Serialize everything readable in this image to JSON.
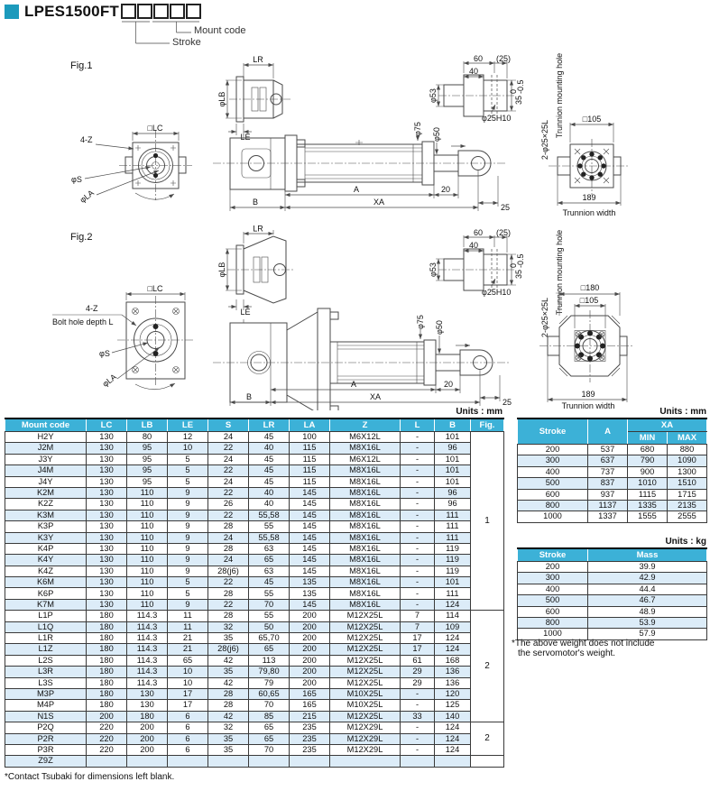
{
  "model": {
    "title": "LPES1500FT",
    "callouts": {
      "mount_code": "Mount code",
      "stroke": "Stroke"
    }
  },
  "figures": {
    "fig1": {
      "name": "Fig.1"
    },
    "fig2": {
      "name": "Fig.2",
      "four_z_note": "Bolt hole depth L",
      "sq180": "□180"
    },
    "dims": {
      "lr": "LR",
      "lb": "φLB",
      "le": "LE",
      "lc": "□LC",
      "four_z": "4-Z",
      "phi_s": "φS",
      "phi_la": "φLA",
      "a": "A",
      "b": "B",
      "xa": "XA",
      "d20": "20",
      "d25": "25",
      "d60": "60",
      "d25_ref": "(25)",
      "d40": "40",
      "d35": "35",
      "tol_upper": "0",
      "tol_lower": "-0.5",
      "phi53": "φ53",
      "phi25h10": "φ25H10",
      "phi75": "φ75",
      "phi50": "φ50",
      "sq105": "□105",
      "trunnion_bolts": "2-φ25×25L",
      "trunnion_hole": "Trunnion mounting hole",
      "d189": "189",
      "trunnion_width": "Trunnion width"
    }
  },
  "main_table": {
    "units": "Units : mm",
    "headers": [
      "Mount code",
      "LC",
      "LB",
      "LE",
      "S",
      "LR",
      "LA",
      "Z",
      "L",
      "B",
      "Fig."
    ],
    "rows": [
      [
        "H2Y",
        "130",
        "80",
        "12",
        "24",
        "45",
        "100",
        "M6X12L",
        "-",
        "101"
      ],
      [
        "J2M",
        "130",
        "95",
        "10",
        "22",
        "40",
        "115",
        "M8X16L",
        "-",
        "96"
      ],
      [
        "J3Y",
        "130",
        "95",
        "5",
        "24",
        "45",
        "115",
        "M6X12L",
        "-",
        "101"
      ],
      [
        "J4M",
        "130",
        "95",
        "5",
        "22",
        "45",
        "115",
        "M8X16L",
        "-",
        "101"
      ],
      [
        "J4Y",
        "130",
        "95",
        "5",
        "24",
        "45",
        "115",
        "M8X16L",
        "-",
        "101"
      ],
      [
        "K2M",
        "130",
        "110",
        "9",
        "22",
        "40",
        "145",
        "M8X16L",
        "-",
        "96"
      ],
      [
        "K2Z",
        "130",
        "110",
        "9",
        "26",
        "40",
        "145",
        "M8X16L",
        "-",
        "96"
      ],
      [
        "K3M",
        "130",
        "110",
        "9",
        "22",
        "55,58",
        "145",
        "M8X16L",
        "-",
        "111"
      ],
      [
        "K3P",
        "130",
        "110",
        "9",
        "28",
        "55",
        "145",
        "M8X16L",
        "-",
        "111"
      ],
      [
        "K3Y",
        "130",
        "110",
        "9",
        "24",
        "55,58",
        "145",
        "M8X16L",
        "-",
        "111"
      ],
      [
        "K4P",
        "130",
        "110",
        "9",
        "28",
        "63",
        "145",
        "M8X16L",
        "-",
        "119"
      ],
      [
        "K4Y",
        "130",
        "110",
        "9",
        "24",
        "65",
        "145",
        "M8X16L",
        "-",
        "119"
      ],
      [
        "K4Z",
        "130",
        "110",
        "9",
        "28(j6)",
        "63",
        "145",
        "M8X16L",
        "-",
        "119"
      ],
      [
        "K6M",
        "130",
        "110",
        "5",
        "22",
        "45",
        "135",
        "M8X16L",
        "-",
        "101"
      ],
      [
        "K6P",
        "130",
        "110",
        "5",
        "28",
        "55",
        "135",
        "M8X16L",
        "-",
        "111"
      ],
      [
        "K7M",
        "130",
        "110",
        "9",
        "22",
        "70",
        "145",
        "M8X16L",
        "-",
        "124"
      ],
      [
        "L1P",
        "180",
        "114.3",
        "11",
        "28",
        "55",
        "200",
        "M12X25L",
        "7",
        "114"
      ],
      [
        "L1Q",
        "180",
        "114.3",
        "11",
        "32",
        "50",
        "200",
        "M12X25L",
        "7",
        "109"
      ],
      [
        "L1R",
        "180",
        "114.3",
        "21",
        "35",
        "65,70",
        "200",
        "M12X25L",
        "17",
        "124"
      ],
      [
        "L1Z",
        "180",
        "114.3",
        "21",
        "28(j6)",
        "65",
        "200",
        "M12X25L",
        "17",
        "124"
      ],
      [
        "L2S",
        "180",
        "114.3",
        "65",
        "42",
        "113",
        "200",
        "M12X25L",
        "61",
        "168"
      ],
      [
        "L3R",
        "180",
        "114.3",
        "10",
        "35",
        "79,80",
        "200",
        "M12X25L",
        "29",
        "136"
      ],
      [
        "L3S",
        "180",
        "114.3",
        "10",
        "42",
        "79",
        "200",
        "M12X25L",
        "29",
        "136"
      ],
      [
        "M3P",
        "180",
        "130",
        "17",
        "28",
        "60,65",
        "165",
        "M10X25L",
        "-",
        "120"
      ],
      [
        "M4P",
        "180",
        "130",
        "17",
        "28",
        "70",
        "165",
        "M10X25L",
        "-",
        "125"
      ],
      [
        "N1S",
        "200",
        "180",
        "6",
        "42",
        "85",
        "215",
        "M12X25L",
        "33",
        "140"
      ],
      [
        "P2Q",
        "220",
        "200",
        "6",
        "32",
        "65",
        "235",
        "M12X29L",
        "-",
        "124"
      ],
      [
        "P2R",
        "220",
        "200",
        "6",
        "35",
        "65",
        "235",
        "M12X29L",
        "-",
        "124"
      ],
      [
        "P3R",
        "220",
        "200",
        "6",
        "35",
        "70",
        "235",
        "M12X29L",
        "-",
        "124"
      ],
      [
        "Z9Z",
        "",
        "",
        "",
        "",
        "",
        "",
        "",
        "",
        ""
      ]
    ],
    "fig_groups": [
      {
        "label": "1",
        "rows": 16
      },
      {
        "label": "2",
        "rows": 10
      },
      {
        "label": "2",
        "rows": 3
      },
      {
        "label": "",
        "rows": 1
      }
    ],
    "footnote": "*Contact Tsubaki for dimensions left blank."
  },
  "stroke_table": {
    "units": "Units : mm",
    "headers": {
      "stroke": "Stroke",
      "a": "A",
      "xa": "XA",
      "min": "MIN",
      "max": "MAX"
    },
    "rows": [
      [
        "200",
        "537",
        "680",
        "880"
      ],
      [
        "300",
        "637",
        "790",
        "1090"
      ],
      [
        "400",
        "737",
        "900",
        "1300"
      ],
      [
        "500",
        "837",
        "1010",
        "1510"
      ],
      [
        "600",
        "937",
        "1115",
        "1715"
      ],
      [
        "800",
        "1137",
        "1335",
        "2135"
      ],
      [
        "1000",
        "1337",
        "1555",
        "2555"
      ]
    ]
  },
  "mass_table": {
    "units": "Units : kg",
    "headers": {
      "stroke": "Stroke",
      "mass": "Mass"
    },
    "rows": [
      [
        "200",
        "39.9"
      ],
      [
        "300",
        "42.9"
      ],
      [
        "400",
        "44.4"
      ],
      [
        "500",
        "46.7"
      ],
      [
        "600",
        "48.9"
      ],
      [
        "800",
        "53.9"
      ],
      [
        "1000",
        "57.9"
      ]
    ],
    "footnote_line1": "*The above weight does not include",
    "footnote_line2": "the servomotor's weight."
  }
}
